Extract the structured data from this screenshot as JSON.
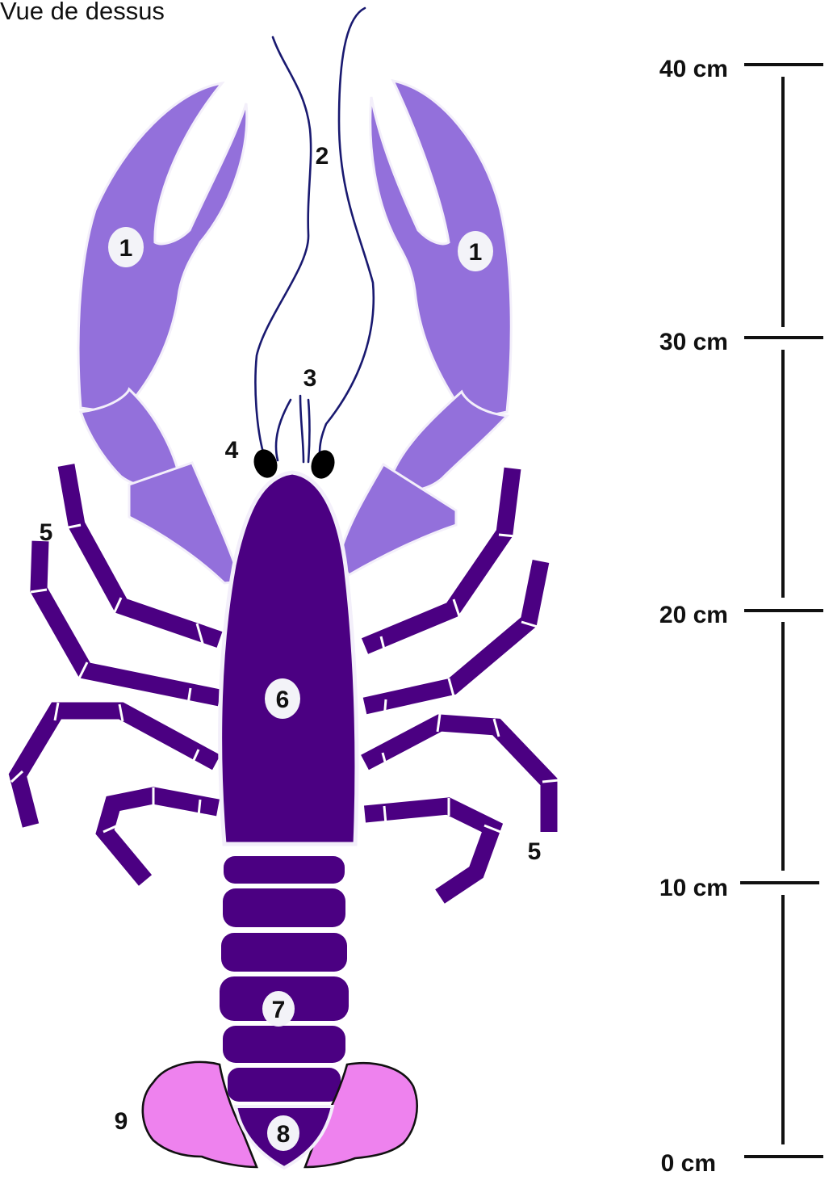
{
  "view_caption": "Vue de dessus",
  "colors": {
    "claw": "#9370DB",
    "body": "#4B0082",
    "tail_fan": "#EE82EE",
    "antenna": "#191970",
    "eye": "#000000",
    "outline": "#F3EFFA"
  },
  "labels": {
    "claw_left": "1",
    "claw_right": "1",
    "antenna": "2",
    "antennule": "3",
    "eye": "4",
    "legs_left": "5",
    "legs_right": "5",
    "carapace": "6",
    "abdomen": "7",
    "telson": "8",
    "uropod": "9"
  },
  "scale": {
    "ticks": [
      "40 cm",
      "30 cm",
      "20 cm",
      "10 cm",
      "0 cm"
    ]
  }
}
